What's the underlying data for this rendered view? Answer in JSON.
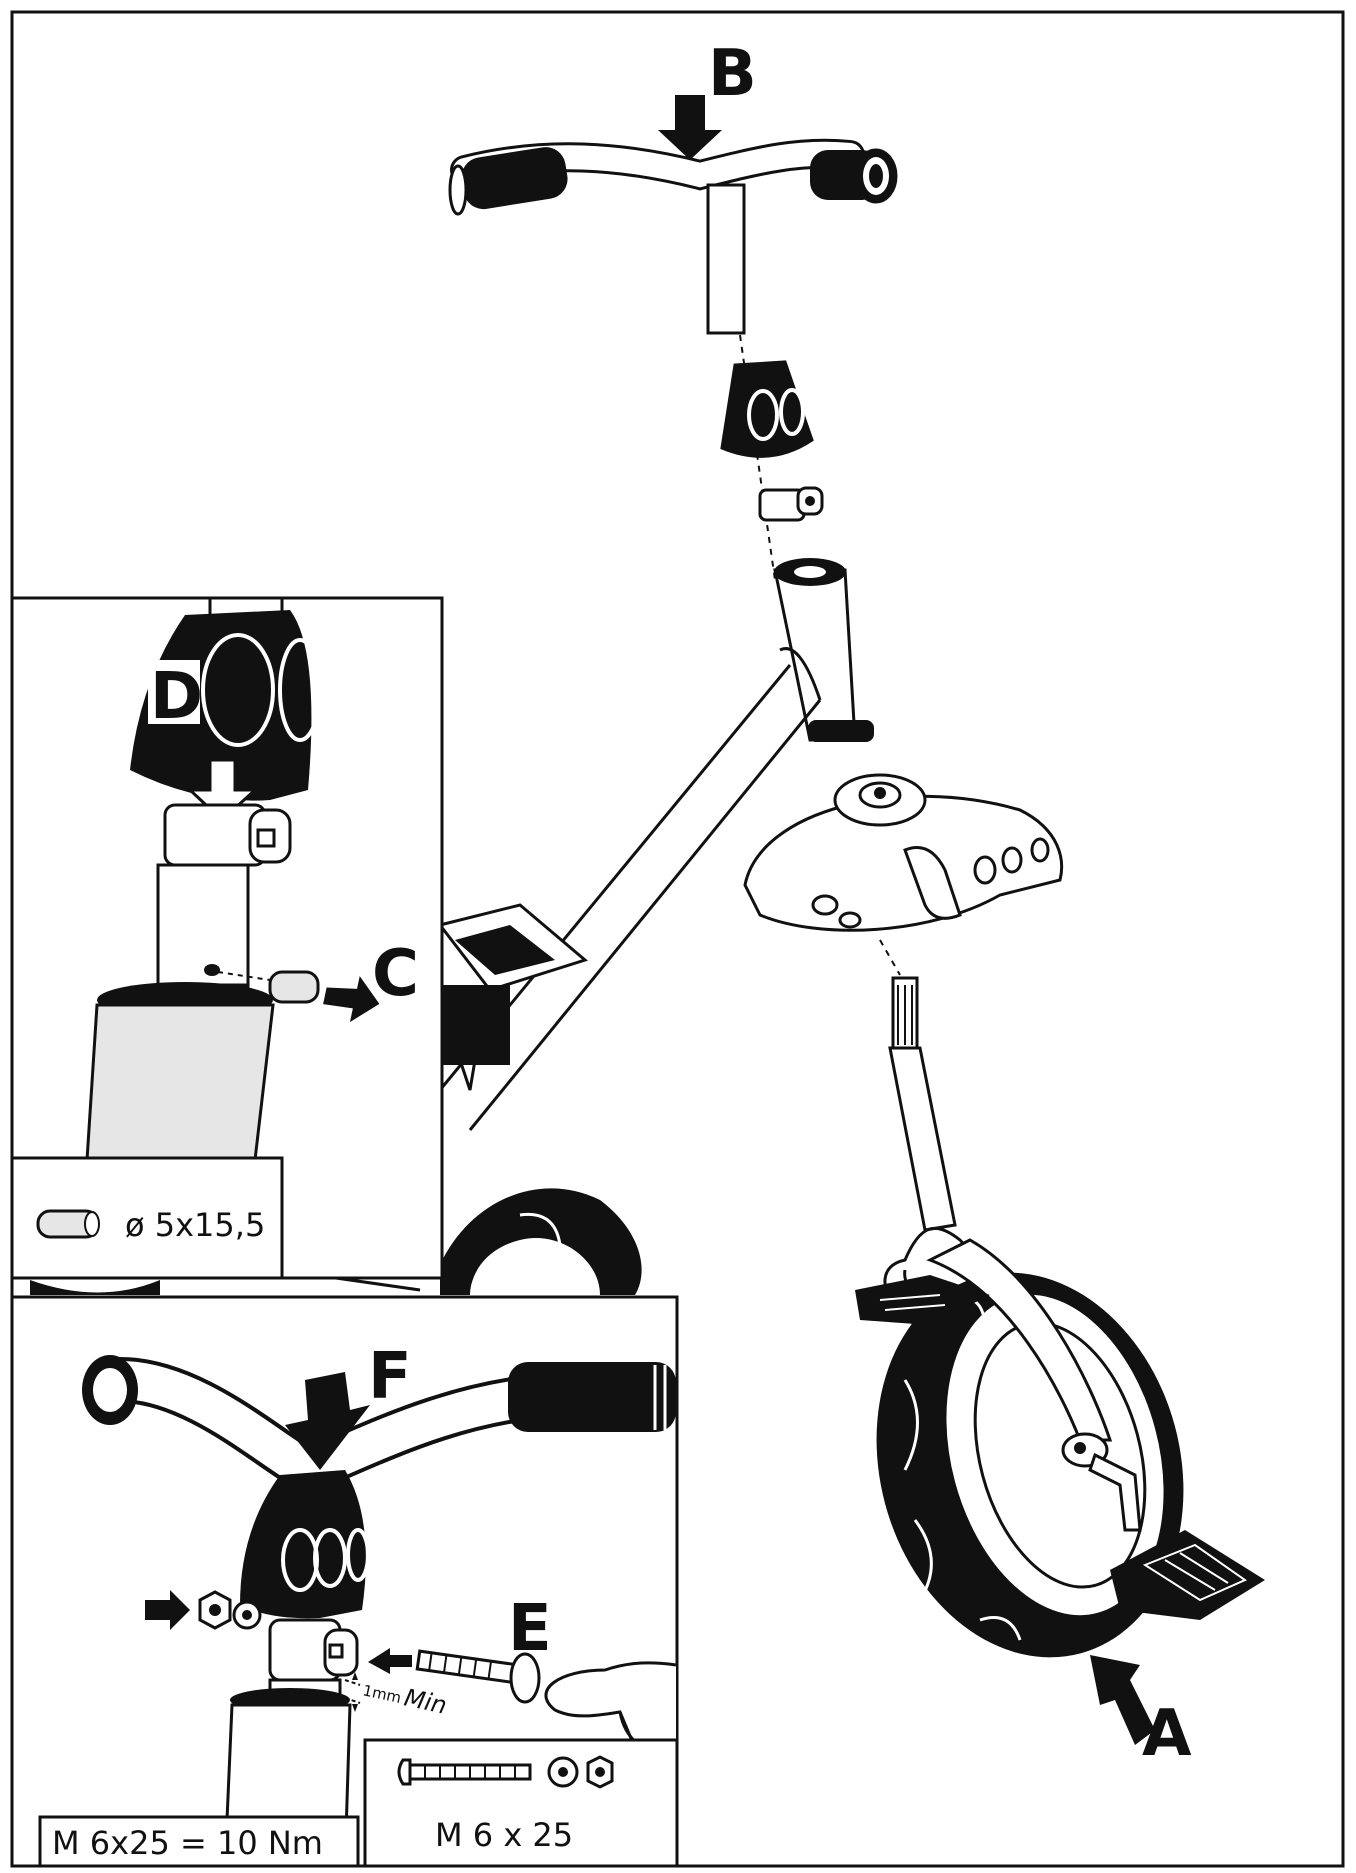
{
  "labels": {
    "a": "A",
    "b": "B",
    "c": "C",
    "d": "D",
    "e": "E",
    "f": "F"
  },
  "spacer_spec": "ø 5x15,5",
  "torque_spec": "M 6x25 = 10 Nm",
  "bolt_spec": "M 6 x 25",
  "gap_value": "1mm",
  "gap_min": "Min",
  "colors": {
    "line": "#111111",
    "fill_dark": "#111111",
    "tube_fill": "#e6e6e6",
    "background": "#ffffff"
  }
}
